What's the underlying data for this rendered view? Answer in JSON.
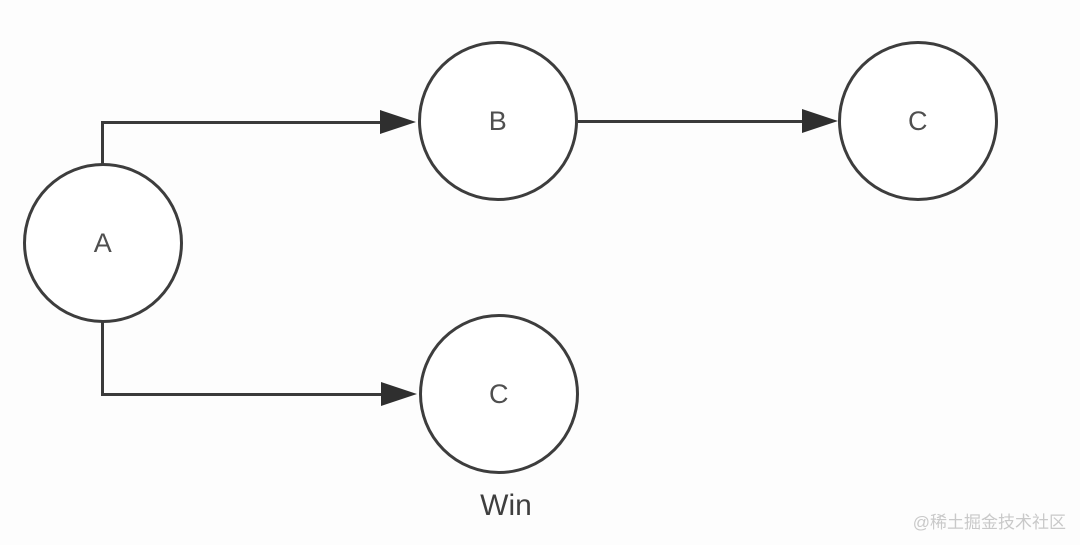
{
  "diagram": {
    "type": "flow-graph",
    "nodes": [
      {
        "id": "A",
        "label": "A",
        "shape": "circle"
      },
      {
        "id": "B",
        "label": "B",
        "shape": "circle"
      },
      {
        "id": "C-right",
        "label": "C",
        "shape": "circle"
      },
      {
        "id": "C-bottom",
        "label": "C",
        "shape": "circle",
        "caption": "Win"
      }
    ],
    "edges": [
      {
        "from": "A",
        "to": "B",
        "style": "elbow-up-right",
        "arrow": "solid-triangle"
      },
      {
        "from": "B",
        "to": "C-right",
        "style": "straight-right",
        "arrow": "solid-triangle"
      },
      {
        "from": "A",
        "to": "C-bottom",
        "style": "elbow-down-right",
        "arrow": "solid-triangle"
      }
    ],
    "caption": "Win"
  },
  "watermark": "@稀土掘金技术社区",
  "colors": {
    "background": "#fdfdfd",
    "stroke": "#3a3a3a",
    "node_text": "#4f4f4f",
    "watermark": "#c9c9c9"
  }
}
